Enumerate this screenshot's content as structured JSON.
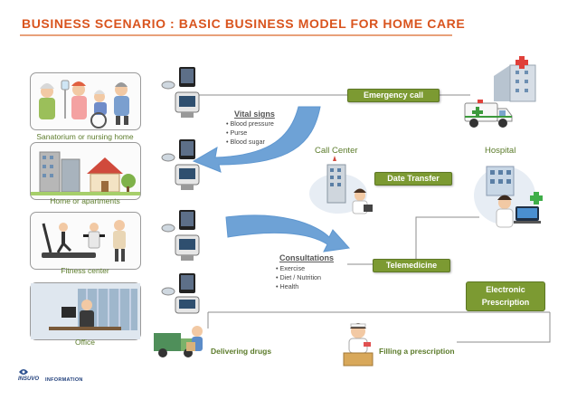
{
  "header": {
    "title": "BUSINESS SCENARIO : BASIC BUSINESS MODEL FOR HOME CARE"
  },
  "locations": [
    {
      "label": "Sanatorium or nursing home"
    },
    {
      "label": "Home or apartments"
    },
    {
      "label": "Fitness center"
    },
    {
      "label": "Office"
    }
  ],
  "vital_signs": {
    "title": "Vital signs",
    "items": [
      "• Blood pressure",
      "• Purse",
      "• Blood sugar"
    ]
  },
  "consultations": {
    "title": "Consultations",
    "items": [
      "• Exercise",
      "• Diet / Nutrition",
      "• Health"
    ]
  },
  "nodes": {
    "call_center": "Call Center",
    "hospital": "Hospital"
  },
  "flows": {
    "emergency": "Emergency call",
    "data_transfer": "Date Transfer",
    "telemedicine": "Telemedicine",
    "prescription_line1": "Electronic",
    "prescription_line2": "Prescription",
    "delivering": "Delivering drugs",
    "filling": "Filling a prescription"
  },
  "logo": {
    "brand": "INSUVO",
    "sub": "INFORMATION"
  },
  "colors": {
    "title": "#d9541e",
    "label_green": "#7c9a32",
    "arrow_blue": "#5f97d0",
    "line_gray": "#8c8c8c"
  }
}
